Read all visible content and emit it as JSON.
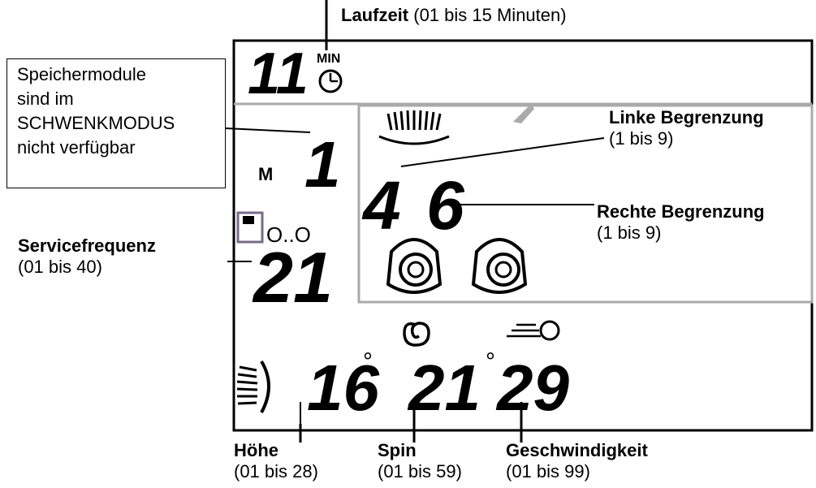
{
  "labels": {
    "laufzeit": {
      "title": "Laufzeit",
      "range": "(01 bis 15 Minuten)"
    },
    "note": {
      "lines": [
        "Speichermodule",
        "sind im",
        "SCHWENKMODUS",
        "nicht verfügbar"
      ]
    },
    "linke": {
      "title": "Linke Begrenzung",
      "range": "(1 bis 9)"
    },
    "rechte": {
      "title": "Rechte Begrenzung",
      "range": "(1 bis 9)"
    },
    "service": {
      "title": "Servicefrequenz",
      "range": "(01 bis 40)"
    },
    "hoehe": {
      "title": "Höhe",
      "range": "(01 bis 28)"
    },
    "spin": {
      "title": "Spin",
      "range": "(01 bis 59)"
    },
    "geschw": {
      "title": "Geschwindigkeit",
      "range": "(01 bis 99)"
    }
  },
  "display": {
    "laufzeit_value": "11",
    "min_label": "MIN",
    "memory_label": "M",
    "memory_value": "1",
    "left_limit": "4",
    "right_limit": "6",
    "service_value": "21",
    "hoehe_value": "16",
    "spin_value": "21",
    "speed_value": "29",
    "degree": "°",
    "dots": "O..O"
  }
}
